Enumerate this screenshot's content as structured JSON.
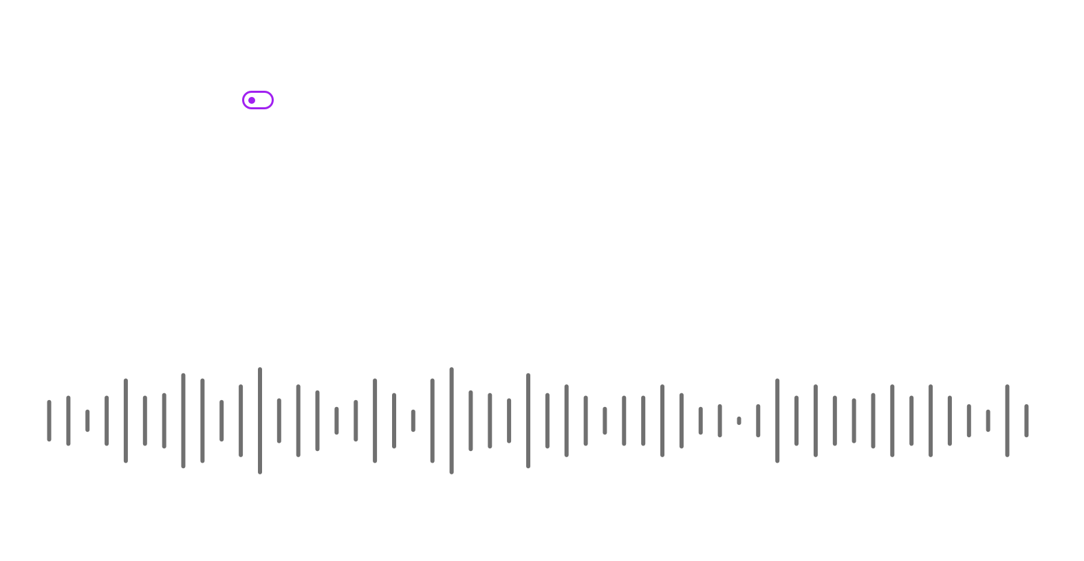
{
  "toggle": {
    "state": "off",
    "accent_color": "#a020f0"
  },
  "waveform": {
    "bar_color": "#707070",
    "amplitudes": [
      0.35,
      0.43,
      0.17,
      0.43,
      0.75,
      0.43,
      0.48,
      0.85,
      0.75,
      0.35,
      0.64,
      0.96,
      0.38,
      0.64,
      0.53,
      0.22,
      0.35,
      0.75,
      0.48,
      0.17,
      0.75,
      0.96,
      0.53,
      0.48,
      0.38,
      0.85,
      0.48,
      0.64,
      0.43,
      0.22,
      0.43,
      0.43,
      0.64,
      0.48,
      0.22,
      0.27,
      0.04,
      0.27,
      0.75,
      0.43,
      0.64,
      0.43,
      0.38,
      0.48,
      0.64,
      0.43,
      0.64,
      0.43,
      0.27,
      0.17,
      0.64,
      0.27
    ]
  }
}
